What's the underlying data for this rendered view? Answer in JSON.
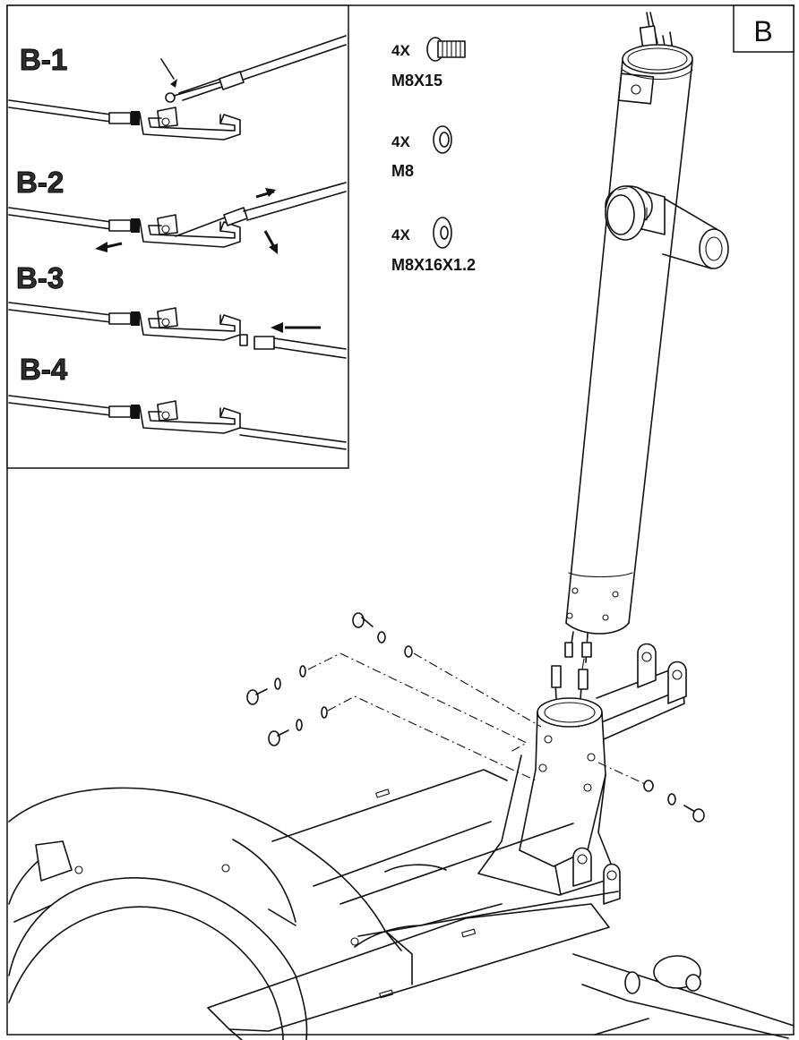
{
  "page": {
    "section_letter": "B"
  },
  "steps": [
    {
      "label": "B-1"
    },
    {
      "label": "B-2"
    },
    {
      "label": "B-3"
    },
    {
      "label": "B-4"
    }
  ],
  "hardware": [
    {
      "quantity": "4X",
      "name": "M8X15",
      "icon": "bolt-icon"
    },
    {
      "quantity": "4X",
      "name": "M8",
      "icon": "split-washer-icon"
    },
    {
      "quantity": "4X",
      "name": "M8X16X1.2",
      "icon": "flat-washer-icon"
    }
  ]
}
